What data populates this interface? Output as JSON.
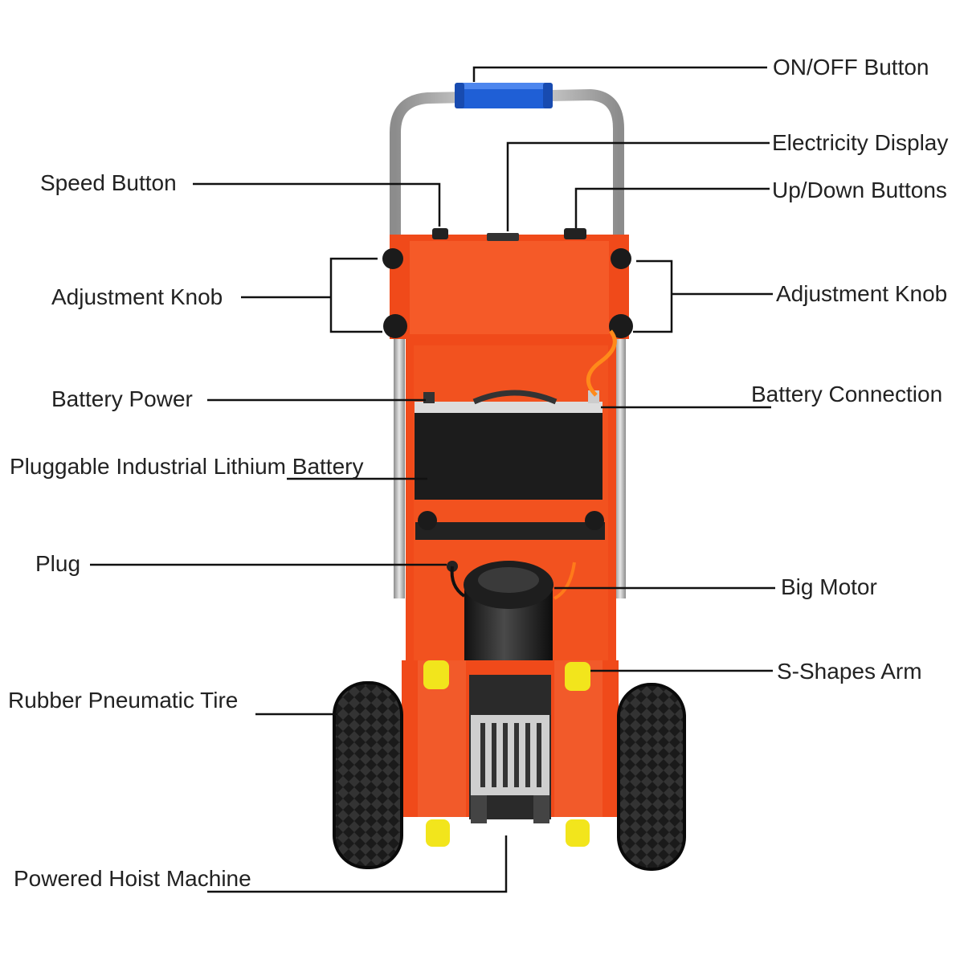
{
  "labels": {
    "on_off_button": "ON/OFF Button",
    "electricity_display": "Electricity Display",
    "up_down_buttons": "Up/Down Buttons",
    "speed_button": "Speed Button",
    "adjustment_knob_left": "Adjustment Knob",
    "adjustment_knob_right": "Adjustment Knob",
    "battery_power": "Battery Power",
    "battery_connection": "Battery Connection",
    "pluggable_battery": "Pluggable Industrial Lithium Battery",
    "plug": "Plug",
    "big_motor": "Big Motor",
    "s_shapes_arm": "S-Shapes Arm",
    "rubber_pneumatic_tire": "Rubber Pneumatic Tire",
    "powered_hoist_machine": "Powered Hoist Machine"
  },
  "colors": {
    "frame_orange": "#f04a1a",
    "frame_orange_dark": "#c93a12",
    "handle_blue": "#1f5fd6",
    "steel": "#b8b8b8",
    "battery_black": "#1c1c1c",
    "roller_yellow": "#f2e51c",
    "tire_black": "#1a1a1a",
    "leader_line": "#111111"
  }
}
